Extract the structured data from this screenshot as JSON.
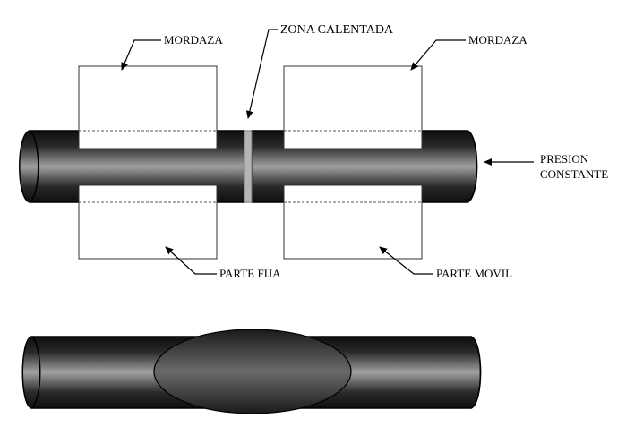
{
  "labels": {
    "mordaza_left": "MORDAZA",
    "zona_calentada": "ZONA CALENTADA",
    "mordaza_right": "MORDAZA",
    "presion_line1": "PRESION",
    "presion_line2": "CONSTANTE",
    "parte_fija": "PARTE FIJA",
    "parte_movil": "PARTE MOVIL"
  },
  "colors": {
    "pipe_dark": "#1a1a1a",
    "pipe_highlight": "#9a9a9a",
    "jaw_fill": "#ffffff",
    "jaw_stroke": "#333333",
    "heated_zone": "#b5b5b5",
    "weld_bead": "#5a5a5a"
  }
}
